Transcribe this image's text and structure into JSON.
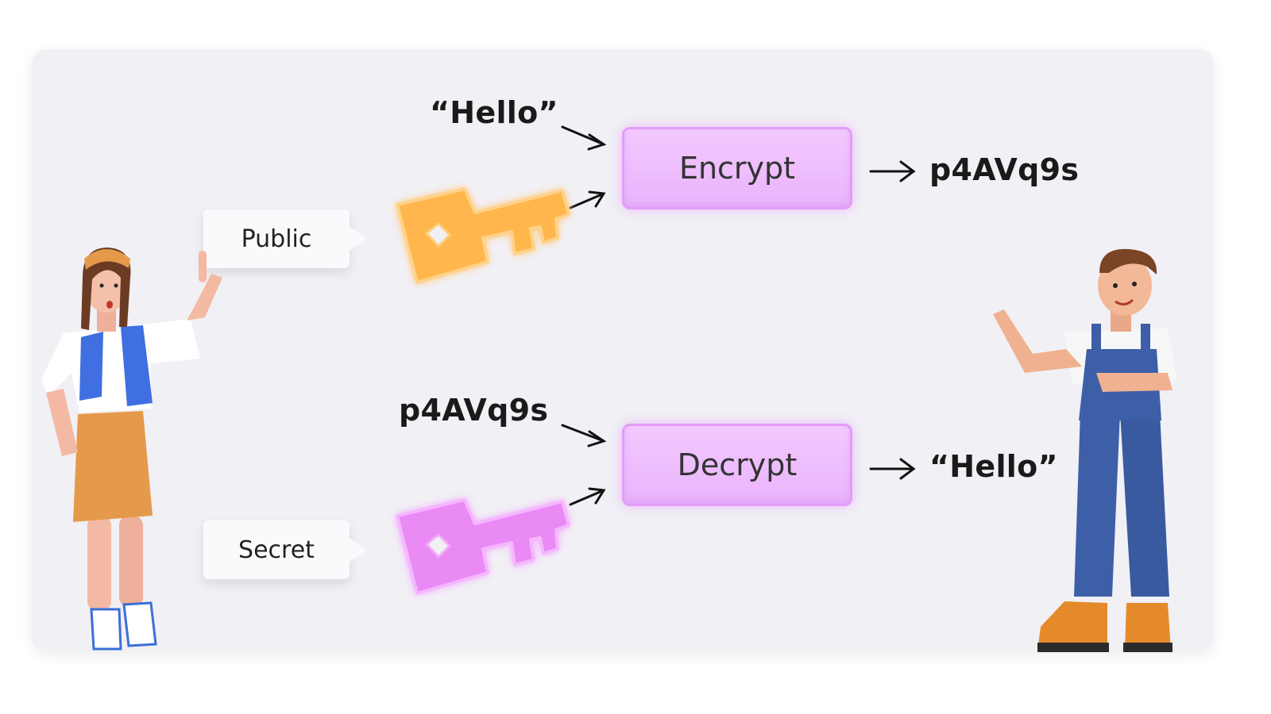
{
  "encrypt": {
    "input": "“Hello”",
    "box_label": "Encrypt",
    "output": "p4AVq9s",
    "key_label": "Public",
    "key_color": "#ffb64d"
  },
  "decrypt": {
    "input": "p4AVq9s",
    "box_label": "Decrypt",
    "output": "“Hello”",
    "key_label": "Secret",
    "key_color": "#e98af5"
  },
  "characters": {
    "left": "woman-character",
    "right": "man-character"
  }
}
